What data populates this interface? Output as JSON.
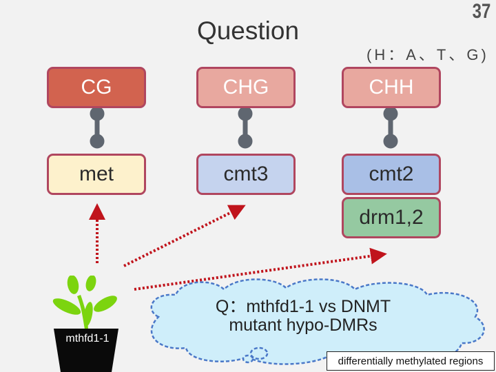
{
  "slide": {
    "title": "Question",
    "page_number": "37",
    "subtitle": "(H：A、T、G)"
  },
  "diagram": {
    "contexts": [
      "CG",
      "CHG",
      "CHH"
    ],
    "enzymes": [
      "met",
      "cmt3",
      "cmt2",
      "drm1,2"
    ],
    "plant_label": "mthfd1-1",
    "question_line1": "Q：mthfd1-1 vs DNMT",
    "question_line2": "mutant hypo-DMRs",
    "note": "differentially methylated regions",
    "colors": {
      "cg": "#d2634f",
      "chg_chh": "#e8a89f",
      "met": "#fdf1cc",
      "cmt3": "#c5d3ee",
      "cmt2": "#a9bfe6",
      "drm": "#95c9a1",
      "border": "#b0465f",
      "arrow": "#c0141c",
      "cloud": "#cfeefa"
    }
  }
}
